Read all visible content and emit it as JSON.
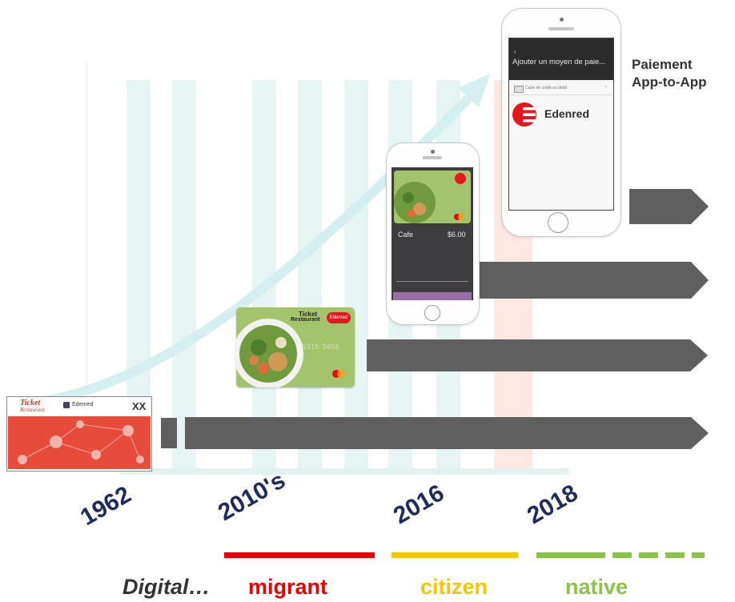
{
  "colors": {
    "arrow": "#5f5f5f",
    "years": "#1f2a5c",
    "migrant": "#e60000",
    "citizen": "#f7c400",
    "native": "#8bc34a",
    "edenred_red": "#e3181f"
  },
  "years": [
    "1962",
    "2010's",
    "2016",
    "2018"
  ],
  "title_right": [
    "Paiement",
    "App-to-App"
  ],
  "paper_voucher": {
    "brand_line1": "Ticket",
    "brand_line2": "Restaurant",
    "partner": "Edenred",
    "code": "XX"
  },
  "card": {
    "brand_line1": "Ticket",
    "brand_line2": "Restaurant",
    "badge": "Edenred",
    "number": "5315 3456"
  },
  "phone_wallet": {
    "merchant": "Cafe",
    "amount": "$6.00"
  },
  "phone_app": {
    "header": "Ajouter un moyen de paie...",
    "row_label": "Carte de crédit ou débit",
    "brand": "Edenred"
  },
  "bottom": {
    "prefix": "Digital…",
    "migrant": "migrant",
    "citizen": "citizen",
    "native": "native"
  },
  "icons": [
    "growth-arrow-icon",
    "edenred-logo-icon",
    "mastercard-icon",
    "card-icon",
    "chevron-right-icon"
  ]
}
